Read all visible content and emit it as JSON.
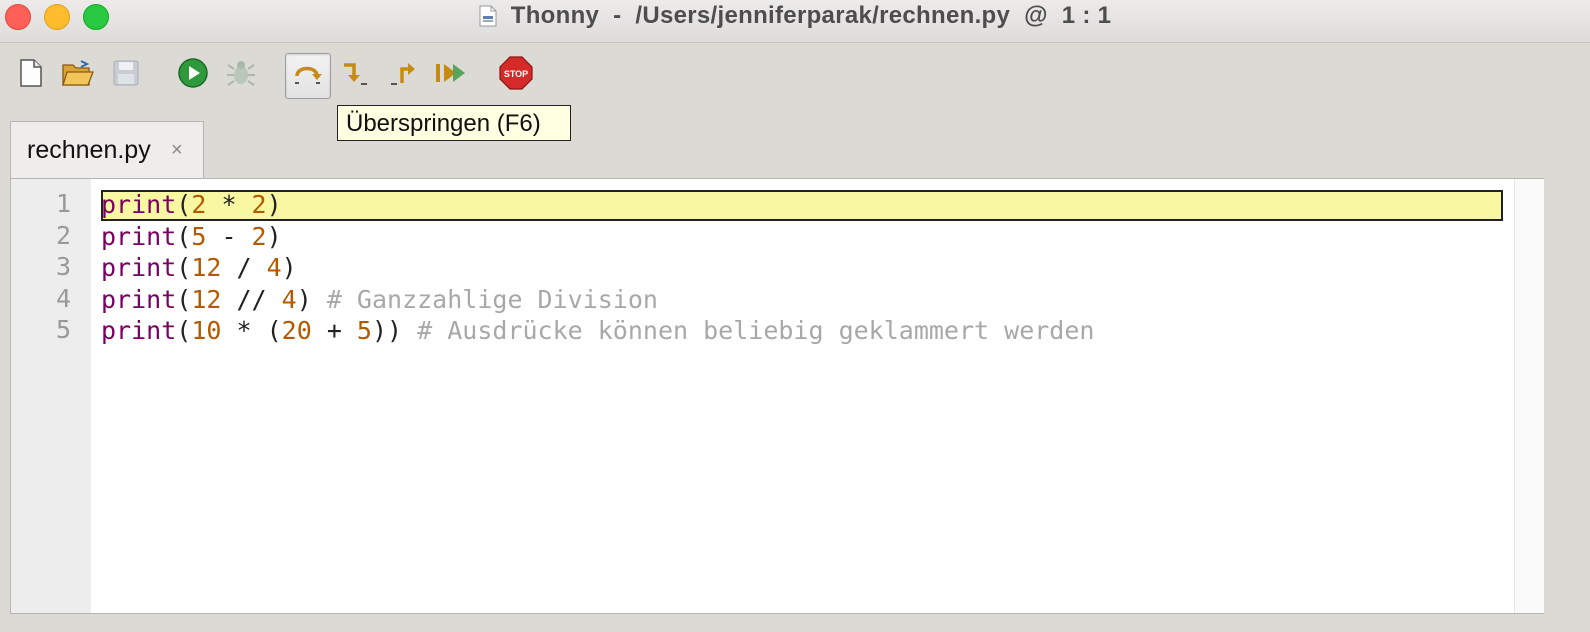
{
  "window": {
    "title": "Thonny  -  /Users/jenniferparak/rechnen.py  @  1 : 1"
  },
  "toolbar": {
    "buttons": [
      {
        "name": "new-file",
        "icon": "new-file-icon"
      },
      {
        "name": "open-file",
        "icon": "folder-open-icon"
      },
      {
        "name": "save-file",
        "icon": "floppy-disk-icon"
      },
      {
        "name": "run",
        "icon": "play-icon"
      },
      {
        "name": "debug",
        "icon": "bug-icon"
      },
      {
        "name": "step-over",
        "icon": "step-over-icon"
      },
      {
        "name": "step-into",
        "icon": "step-into-icon"
      },
      {
        "name": "step-out",
        "icon": "step-out-icon"
      },
      {
        "name": "resume",
        "icon": "resume-icon"
      },
      {
        "name": "stop",
        "icon": "stop-sign-icon"
      }
    ],
    "tooltip": "Überspringen (F6)"
  },
  "tabs": [
    {
      "label": "rechnen.py",
      "close": "×"
    }
  ],
  "editor": {
    "current_line": 1,
    "lines": [
      {
        "no": "1",
        "tokens": [
          {
            "t": "kw",
            "v": "print"
          },
          {
            "t": "pn",
            "v": "("
          },
          {
            "t": "num",
            "v": "2"
          },
          {
            "t": "pn",
            "v": " * "
          },
          {
            "t": "num",
            "v": "2"
          },
          {
            "t": "pn",
            "v": ")"
          }
        ]
      },
      {
        "no": "2",
        "tokens": [
          {
            "t": "kw",
            "v": "print"
          },
          {
            "t": "pn",
            "v": "("
          },
          {
            "t": "num",
            "v": "5"
          },
          {
            "t": "pn",
            "v": " - "
          },
          {
            "t": "num",
            "v": "2"
          },
          {
            "t": "pn",
            "v": ")"
          }
        ]
      },
      {
        "no": "3",
        "tokens": [
          {
            "t": "kw",
            "v": "print"
          },
          {
            "t": "pn",
            "v": "("
          },
          {
            "t": "num",
            "v": "12"
          },
          {
            "t": "pn",
            "v": " / "
          },
          {
            "t": "num",
            "v": "4"
          },
          {
            "t": "pn",
            "v": ")"
          }
        ]
      },
      {
        "no": "4",
        "tokens": [
          {
            "t": "kw",
            "v": "print"
          },
          {
            "t": "pn",
            "v": "("
          },
          {
            "t": "num",
            "v": "12"
          },
          {
            "t": "pn",
            "v": " // "
          },
          {
            "t": "num",
            "v": "4"
          },
          {
            "t": "pn",
            "v": ") "
          },
          {
            "t": "cm",
            "v": "# Ganzzahlige Division"
          }
        ]
      },
      {
        "no": "5",
        "tokens": [
          {
            "t": "kw",
            "v": "print"
          },
          {
            "t": "pn",
            "v": "("
          },
          {
            "t": "num",
            "v": "10"
          },
          {
            "t": "pn",
            "v": " * ("
          },
          {
            "t": "num",
            "v": "20"
          },
          {
            "t": "pn",
            "v": " + "
          },
          {
            "t": "num",
            "v": "5"
          },
          {
            "t": "pn",
            "v": ")) "
          },
          {
            "t": "cm",
            "v": "# Ausdrücke können beliebig geklammert werden"
          }
        ]
      }
    ]
  },
  "colors": {
    "keyword": "#7a0062",
    "number": "#b35a00",
    "comment": "#a8a8a8",
    "current_line_bg": "#f8f8a3",
    "tooltip_bg": "#ffffe1"
  }
}
